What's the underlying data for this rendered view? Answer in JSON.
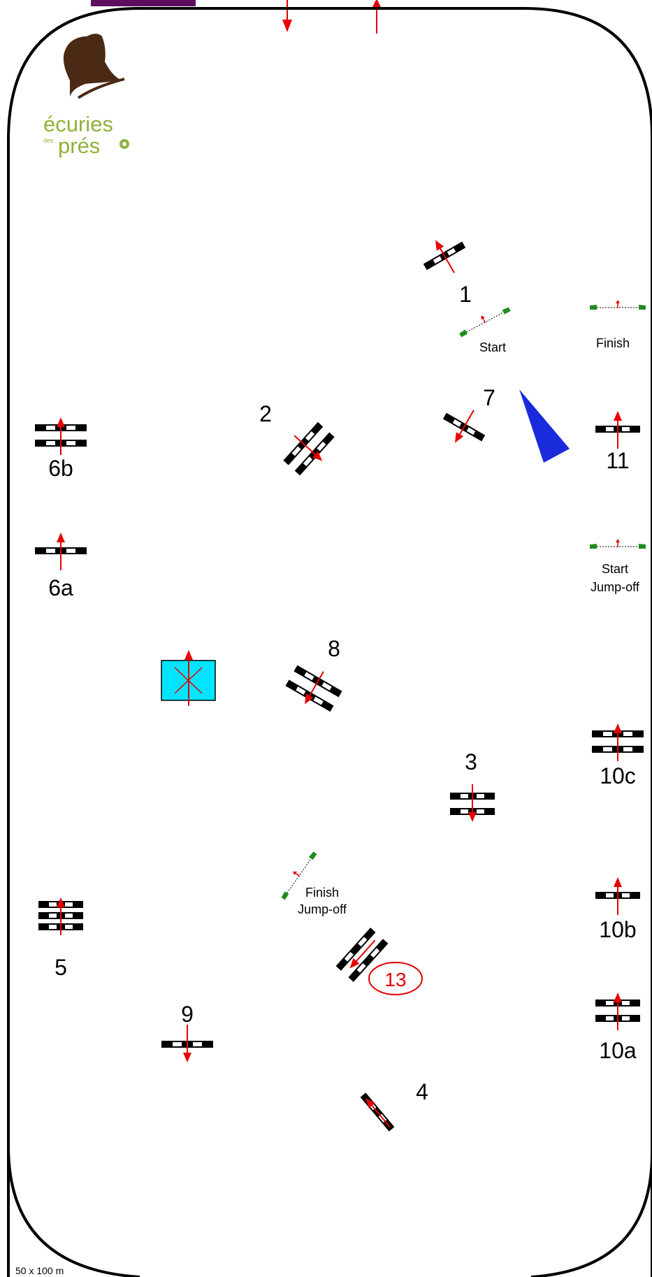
{
  "arena": {
    "size_label": "50 x 100 m"
  },
  "logo": {
    "line1": "écuries",
    "line2_small": "des",
    "line2": "prés"
  },
  "colors": {
    "rail": "#000000",
    "arrow": "#e60000",
    "bar_white": "#ffffff",
    "bar_black": "#000000",
    "flag_green": "#1e8c1e",
    "water": "#00e5ff",
    "banner": "#5b0f5e",
    "marker": "#1a2bdc",
    "logo_brown": "#4a2a14",
    "logo_green": "#8fb23a",
    "number_red": "#e60000"
  },
  "labels": {
    "n1": "1",
    "n2": "2",
    "n3": "3",
    "n4": "4",
    "n5": "5",
    "n6a": "6a",
    "n6b": "6b",
    "n7": "7",
    "n8": "8",
    "n9": "9",
    "n10a": "10a",
    "n10b": "10b",
    "n10c": "10c",
    "n11": "11",
    "n13": "13",
    "start": "Start",
    "finish": "Finish",
    "start_jumpoff_1": "Start",
    "start_jumpoff_2": "Jump-off",
    "finish_jumpoff_1": "Finish",
    "finish_jumpoff_2": "Jump-off"
  }
}
